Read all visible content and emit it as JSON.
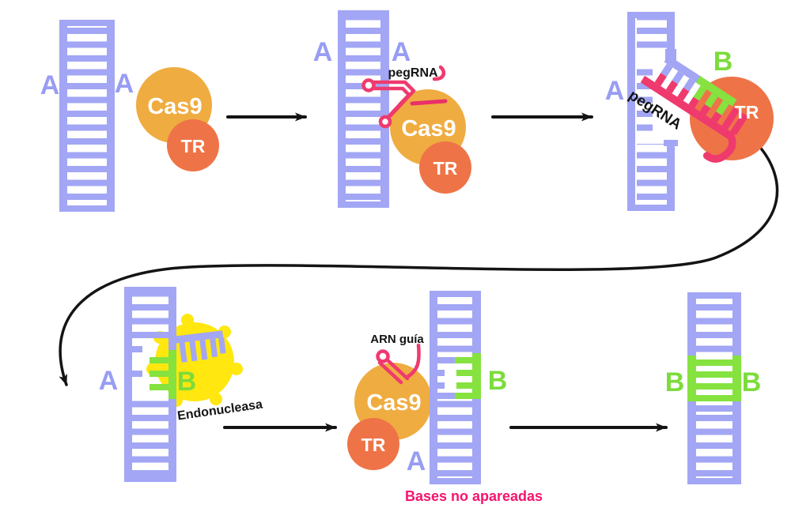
{
  "diagram": {
    "topic": "prime-editing-crispr-steps",
    "colors": {
      "dna_purple": "#a2a6f4",
      "label_purple": "#989df3",
      "rna_pink": "#ef3a6e",
      "caption_pink": "#f5146e",
      "cas9_orange": "#efac40",
      "tr_orange": "#ee7448",
      "edit_green": "#85e23f",
      "label_green": "#7cdc3a",
      "enzyme_yellow": "#ffe70f",
      "arrow_black": "#141414"
    },
    "steps": {
      "step1": {
        "dna_left": "A",
        "dna_right": "A",
        "cas9": "Cas9",
        "tr": "TR"
      },
      "step2": {
        "dna_left": "A",
        "dna_right": "A",
        "pegrna": "pegRNA",
        "cas9": "Cas9",
        "tr": "TR"
      },
      "step3": {
        "dna_left": "A",
        "insert": "B",
        "pegrna": "pegRNA",
        "tr": "TR"
      },
      "step4": {
        "dna_left": "A",
        "insert": "B",
        "enzyme": "Endonucleasa"
      },
      "step5": {
        "guide": "ARN guía",
        "cas9": "Cas9",
        "tr": "TR",
        "dna_left": "A",
        "insert": "B",
        "caption": "Bases no apareadas"
      },
      "step6": {
        "insert_left": "B",
        "insert_right": "B"
      }
    }
  }
}
